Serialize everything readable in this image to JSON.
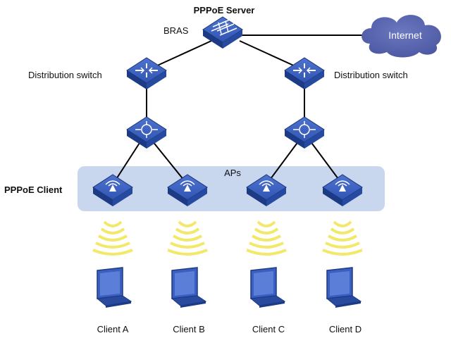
{
  "diagram": {
    "server_title": "PPPoE Server",
    "bras_label": "BRAS",
    "internet_label": "Internet",
    "distribution_switch_left": "Distribution switch",
    "distribution_switch_right": "Distribution switch",
    "aps_label": "APs",
    "pppoe_client_label": "PPPoE Client",
    "clients": [
      "Client A",
      "Client B",
      "Client C",
      "Client D"
    ]
  },
  "colors": {
    "device_top": "#2f54b3",
    "device_side": "#1d3a85",
    "cloud": "#5460a9",
    "ap_band": "#c8d6ee",
    "signal": "#f2e86a",
    "line": "#000000"
  },
  "icons": [
    "router-icon",
    "switch-icon",
    "ap-icon",
    "laptop-icon",
    "cloud-icon",
    "wifi-signal-icon"
  ]
}
